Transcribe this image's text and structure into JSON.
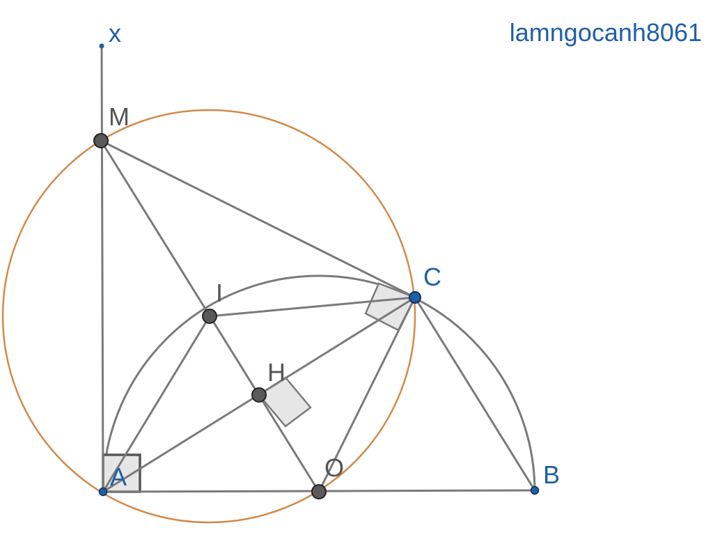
{
  "watermark": "lamngocanh8061",
  "colors": {
    "line": "#7a7a7a",
    "circle": "#d08a4a",
    "point_dark": "#5a5a5a",
    "point_blue": "#1f5fa8",
    "label_dark": "#555555",
    "label_blue": "#1f5fa8",
    "right_angle_fill": "#e6e6e6"
  },
  "points": {
    "x": "x",
    "M": "M",
    "C": "C",
    "I": "I",
    "H": "H",
    "A": "A",
    "O": "O",
    "B": "B"
  }
}
